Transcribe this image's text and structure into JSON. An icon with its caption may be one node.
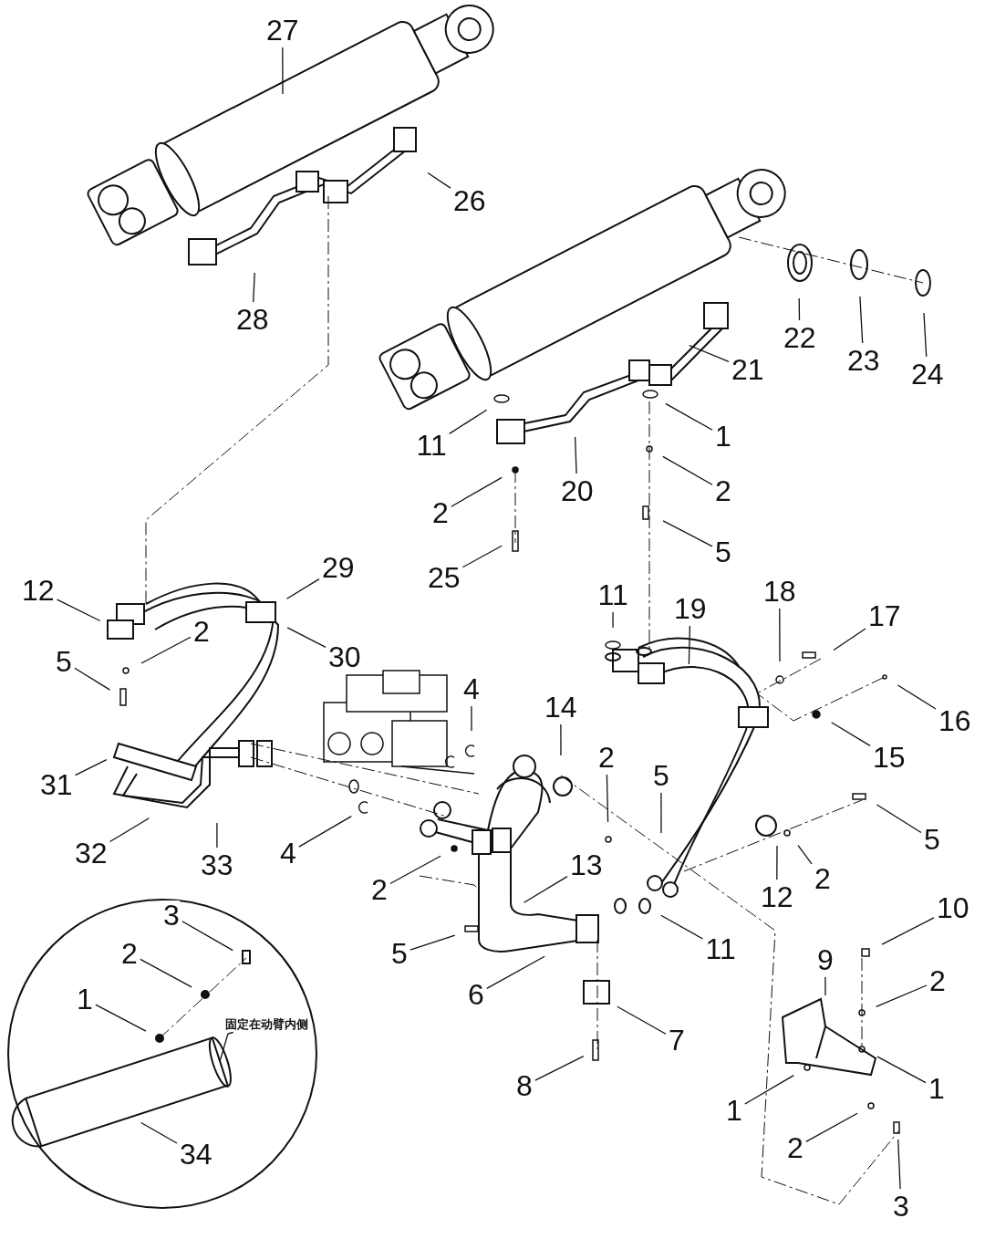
{
  "diagram": {
    "nodes": [
      {
        "text": [
          "27"
        ]
      },
      {
        "text": [
          "26"
        ]
      },
      {
        "text": [
          "28"
        ]
      },
      {
        "text": [
          "22"
        ]
      },
      {
        "text": [
          "23"
        ]
      },
      {
        "text": [
          "24"
        ]
      },
      {
        "text": [
          "21"
        ]
      },
      {
        "text": [
          "11"
        ]
      },
      {
        "text": [
          "1"
        ]
      },
      {
        "text": [
          "20"
        ]
      },
      {
        "text": [
          "2"
        ]
      },
      {
        "text": [
          "2"
        ]
      },
      {
        "text": [
          "25"
        ]
      },
      {
        "text": [
          "5"
        ]
      },
      {
        "text": [
          "29"
        ]
      },
      {
        "text": [
          "12"
        ]
      },
      {
        "text": [
          "11"
        ]
      },
      {
        "text": [
          "19"
        ]
      },
      {
        "text": [
          "18"
        ]
      },
      {
        "text": [
          "17"
        ]
      },
      {
        "text": [
          "2"
        ]
      },
      {
        "text": [
          "30"
        ]
      },
      {
        "text": [
          "4"
        ]
      },
      {
        "text": [
          "14"
        ]
      },
      {
        "text": [
          "5"
        ]
      },
      {
        "text": [
          "16"
        ]
      },
      {
        "text": [
          "15"
        ]
      },
      {
        "text": [
          "2"
        ]
      },
      {
        "text": [
          "5"
        ]
      },
      {
        "text": [
          "31"
        ]
      },
      {
        "text": [
          "5"
        ]
      },
      {
        "text": [
          "32"
        ]
      },
      {
        "text": [
          "33"
        ]
      },
      {
        "text": [
          "4"
        ]
      },
      {
        "text": [
          "2"
        ]
      },
      {
        "text": [
          "13"
        ]
      },
      {
        "text": [
          "2"
        ]
      },
      {
        "text": [
          "12"
        ]
      },
      {
        "text": [
          "10"
        ]
      },
      {
        "text": [
          "5"
        ]
      },
      {
        "text": [
          "11"
        ]
      },
      {
        "text": [
          "6"
        ]
      },
      {
        "text": [
          "9"
        ]
      },
      {
        "text": [
          "2"
        ]
      },
      {
        "text": [
          "7"
        ]
      },
      {
        "text": [
          "1"
        ]
      },
      {
        "text": [
          "8"
        ]
      },
      {
        "text": [
          "1"
        ]
      },
      {
        "text": [
          "2"
        ]
      },
      {
        "text": [
          "3"
        ]
      },
      {
        "text": [],
        "shape": "circle"
      },
      {
        "text": [
          "3"
        ],
        "in": 50
      },
      {
        "text": [
          "2"
        ],
        "in": 50
      },
      {
        "text": [
          "1"
        ],
        "in": 50
      },
      {
        "text": [
          "固定在动臂内侧"
        ],
        "in": 50
      },
      {
        "text": [
          "34"
        ],
        "in": 50
      }
    ],
    "edges": [
      {
        "from": 0,
        "to": null,
        "arrow": "none"
      },
      {
        "from": 1,
        "to": null,
        "arrow": "none"
      },
      {
        "from": 2,
        "to": null,
        "arrow": "none"
      },
      {
        "from": 3,
        "to": null,
        "arrow": "none"
      },
      {
        "from": 4,
        "to": null,
        "arrow": "none"
      },
      {
        "from": 5,
        "to": null,
        "arrow": "none"
      },
      {
        "from": 6,
        "to": null,
        "arrow": "none"
      },
      {
        "from": 7,
        "to": null,
        "arrow": "none"
      },
      {
        "from": 8,
        "to": null,
        "arrow": "none"
      },
      {
        "from": 9,
        "to": null,
        "arrow": "none"
      },
      {
        "from": 10,
        "to": null,
        "arrow": "none"
      },
      {
        "from": 11,
        "to": null,
        "arrow": "none"
      },
      {
        "from": 12,
        "to": null,
        "arrow": "none"
      },
      {
        "from": 13,
        "to": null,
        "arrow": "none"
      },
      {
        "from": 14,
        "to": null,
        "arrow": "none"
      },
      {
        "from": 15,
        "to": null,
        "arrow": "none"
      },
      {
        "from": 16,
        "to": null,
        "arrow": "none"
      },
      {
        "from": 17,
        "to": null,
        "arrow": "none"
      },
      {
        "from": 18,
        "to": null,
        "arrow": "none"
      },
      {
        "from": 19,
        "to": null,
        "arrow": "none"
      },
      {
        "from": 20,
        "to": null,
        "arrow": "none"
      },
      {
        "from": 21,
        "to": null,
        "arrow": "none"
      },
      {
        "from": 22,
        "to": null,
        "arrow": "none"
      },
      {
        "from": 23,
        "to": null,
        "arrow": "none"
      },
      {
        "from": 24,
        "to": null,
        "arrow": "none"
      },
      {
        "from": 25,
        "to": null,
        "arrow": "none"
      },
      {
        "from": 26,
        "to": null,
        "arrow": "none"
      },
      {
        "from": 27,
        "to": null,
        "arrow": "none"
      },
      {
        "from": 28,
        "to": null,
        "arrow": "none"
      },
      {
        "from": 29,
        "to": null,
        "arrow": "none"
      },
      {
        "from": 30,
        "to": null,
        "arrow": "none"
      },
      {
        "from": 31,
        "to": null,
        "arrow": "none"
      },
      {
        "from": 32,
        "to": null,
        "arrow": "none"
      },
      {
        "from": 33,
        "to": null,
        "arrow": "none"
      },
      {
        "from": 34,
        "to": null,
        "arrow": "none"
      },
      {
        "from": 35,
        "to": null,
        "arrow": "none"
      },
      {
        "from": 36,
        "to": null,
        "arrow": "none"
      },
      {
        "from": 37,
        "to": null,
        "arrow": "none"
      },
      {
        "from": 38,
        "to": null,
        "arrow": "none"
      },
      {
        "from": 39,
        "to": null,
        "arrow": "none"
      },
      {
        "from": 40,
        "to": null,
        "arrow": "none"
      },
      {
        "from": 41,
        "to": null,
        "arrow": "none"
      },
      {
        "from": 42,
        "to": null,
        "arrow": "none"
      },
      {
        "from": 43,
        "to": null,
        "arrow": "none"
      },
      {
        "from": 44,
        "to": null,
        "arrow": "none"
      },
      {
        "from": 45,
        "to": null,
        "arrow": "none"
      },
      {
        "from": 46,
        "to": null,
        "arrow": "none"
      },
      {
        "from": 47,
        "to": null,
        "arrow": "none"
      },
      {
        "from": 48,
        "to": null,
        "arrow": "none"
      },
      {
        "from": 49,
        "to": null,
        "arrow": "none"
      },
      {
        "from": 51,
        "to": null,
        "arrow": "none"
      },
      {
        "from": 52,
        "to": null,
        "arrow": "none"
      },
      {
        "from": 53,
        "to": null,
        "arrow": "none"
      },
      {
        "from": 54,
        "to": null,
        "arrow": "none"
      },
      {
        "from": 55,
        "to": null,
        "arrow": "none"
      }
    ]
  }
}
